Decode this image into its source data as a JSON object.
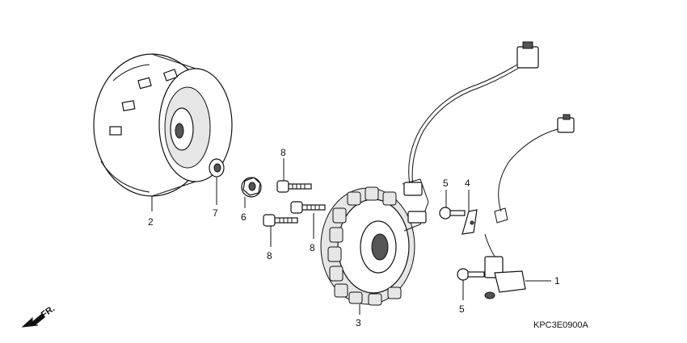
{
  "diagram": {
    "callouts": [
      {
        "part": "flywheel",
        "label": "2"
      },
      {
        "part": "washer",
        "label": "7"
      },
      {
        "part": "flange-nut",
        "label": "6"
      },
      {
        "part": "bolt-upper",
        "label": "8"
      },
      {
        "part": "bolt-middle",
        "label": "8"
      },
      {
        "part": "bolt-lower",
        "label": "8"
      },
      {
        "part": "stator",
        "label": "3"
      },
      {
        "part": "bolt-clamp",
        "label": "5"
      },
      {
        "part": "clamp-bracket",
        "label": "4"
      },
      {
        "part": "bolt-pulser",
        "label": "5"
      },
      {
        "part": "pulser-generator",
        "label": "1"
      }
    ],
    "direction_label": "FR.",
    "drawing_code": "KPC3E0900A"
  }
}
